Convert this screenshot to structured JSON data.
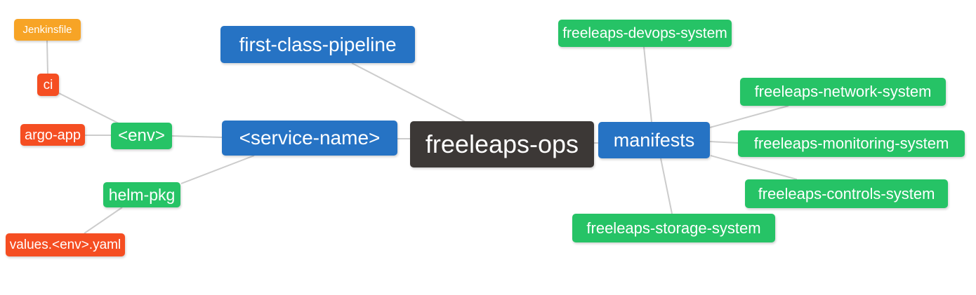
{
  "diagram": {
    "type": "mindmap",
    "background": "#ffffff",
    "edge_color": "#cccccc"
  },
  "palette": {
    "root": "#3C3836",
    "level1": "#2673C4",
    "level2": "#26C366",
    "level3": "#F54E22",
    "level4": "#F7A426",
    "text": "#ffffff"
  },
  "nodes": {
    "freeleaps_ops": {
      "label": "freeleaps-ops",
      "level": "root"
    },
    "first_class_pipeline": {
      "label": "first-class-pipeline",
      "level": "level1"
    },
    "service_name": {
      "label": "<service-name>",
      "level": "level1"
    },
    "manifests": {
      "label": "manifests",
      "level": "level1"
    },
    "env": {
      "label": "<env>",
      "level": "level2"
    },
    "helm_pkg": {
      "label": "helm-pkg",
      "level": "level2"
    },
    "devops_system": {
      "label": "freeleaps-devops-system",
      "level": "level2"
    },
    "network_system": {
      "label": "freeleaps-network-system",
      "level": "level2"
    },
    "monitoring_system": {
      "label": "freeleaps-monitoring-system",
      "level": "level2"
    },
    "controls_system": {
      "label": "freeleaps-controls-system",
      "level": "level2"
    },
    "storage_system": {
      "label": "freeleaps-storage-system",
      "level": "level2"
    },
    "ci": {
      "label": "ci",
      "level": "level3"
    },
    "argo_app": {
      "label": "argo-app",
      "level": "level3"
    },
    "values_env_yaml": {
      "label": "values.<env>.yaml",
      "level": "level3"
    },
    "jenkinsfile": {
      "label": "Jenkinsfile",
      "level": "level4"
    }
  },
  "edges": [
    [
      "jenkinsfile",
      "ci"
    ],
    [
      "ci",
      "env"
    ],
    [
      "argo_app",
      "env"
    ],
    [
      "env",
      "service_name"
    ],
    [
      "first_class_pipeline",
      "freeleaps_ops"
    ],
    [
      "service_name",
      "freeleaps_ops"
    ],
    [
      "freeleaps_ops",
      "manifests"
    ],
    [
      "service_name",
      "helm_pkg"
    ],
    [
      "helm_pkg",
      "values_env_yaml"
    ],
    [
      "manifests",
      "devops_system"
    ],
    [
      "manifests",
      "network_system"
    ],
    [
      "manifests",
      "monitoring_system"
    ],
    [
      "manifests",
      "controls_system"
    ],
    [
      "manifests",
      "storage_system"
    ]
  ]
}
